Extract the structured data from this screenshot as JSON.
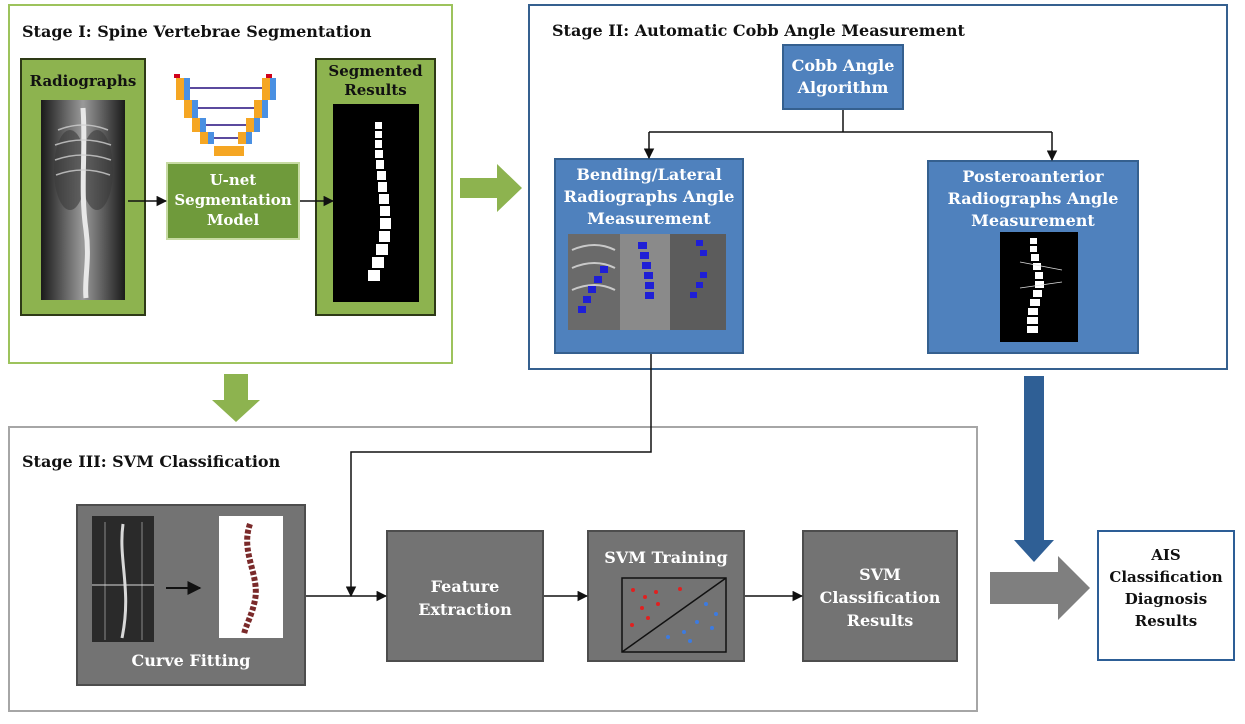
{
  "stage1": {
    "title": "Stage I: Spine Vertebrae Segmentation",
    "radiographs_label": "Radiographs",
    "unet_label": [
      "U-net",
      "Segmentation",
      "Model"
    ],
    "segmented_label": [
      "Segmented",
      "Results"
    ]
  },
  "stage2": {
    "title": "Stage II: Automatic Cobb Angle Measurement",
    "algorithm_label": [
      "Cobb Angle",
      "Algorithm"
    ],
    "bending_label": [
      "Bending/Lateral",
      "Radiographs Angle",
      "Measurement"
    ],
    "pa_label": [
      "Posteroanterior",
      "Radiographs Angle",
      "Measurement"
    ]
  },
  "stage3": {
    "title": "Stage III: SVM Classification",
    "curve_label": "Curve Fitting",
    "feature_label": [
      "Feature",
      "Extraction"
    ],
    "training_label": "SVM Training",
    "results_label": [
      "SVM",
      "Classification",
      "Results"
    ]
  },
  "final": {
    "label": [
      "AIS",
      "Classification",
      "Diagnosis",
      "Results"
    ]
  },
  "colors": {
    "stage1_border": "#9dc35c",
    "stage2_border": "#35608f",
    "stage3_border": "#a6a6a6",
    "green_arrow": "#8db34f",
    "blue_arrow": "#2f5f95",
    "gray_arrow": "#7f7f7f"
  }
}
